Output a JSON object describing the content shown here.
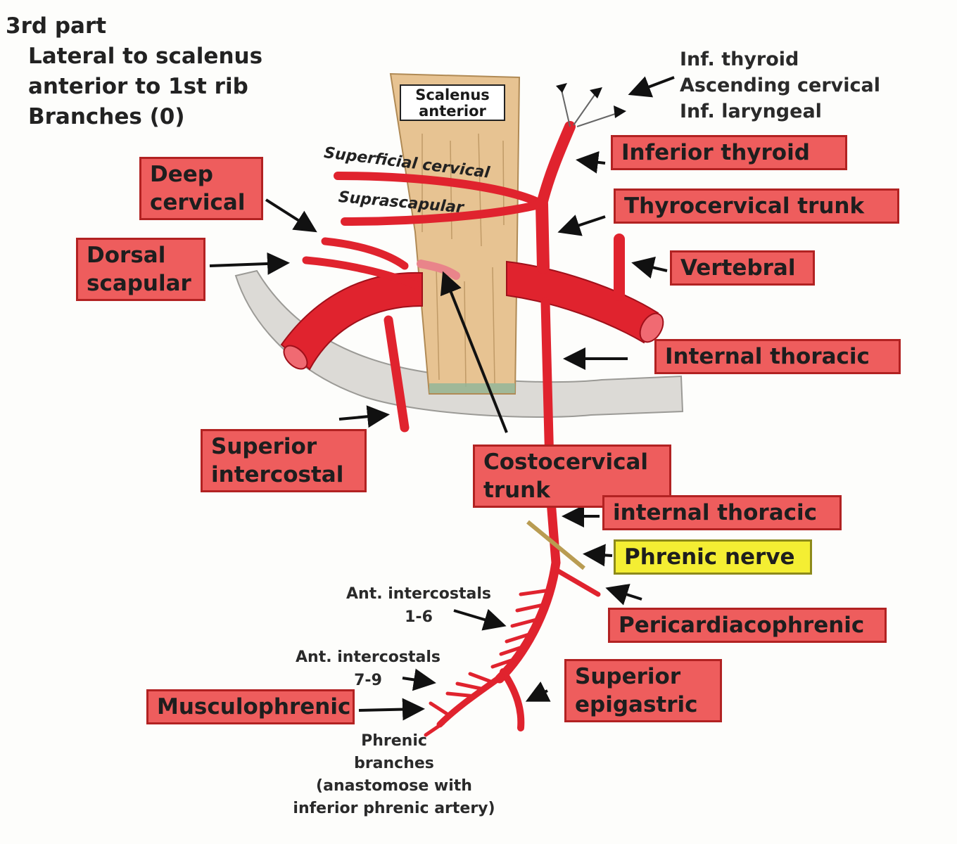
{
  "header": {
    "line1": "3rd part",
    "line2": "Lateral to scalenus",
    "line3": "anterior to 1st rib",
    "line4": "Branches (0)"
  },
  "labels": {
    "scalenus_1": "Scalenus",
    "scalenus_2": "anterior",
    "superficial_cervical": "Superficial cervical",
    "suprascapular": "Suprascapular",
    "deep_cervical_1": "Deep",
    "deep_cervical_2": "cervical",
    "dorsal_scapular_1": "Dorsal",
    "dorsal_scapular_2": "scapular",
    "inferior_thyroid": "Inferior thyroid",
    "thyrocervical_trunk": "Thyrocervical trunk",
    "vertebral": "Vertebral",
    "internal_thoracic": "Internal thoracic",
    "superior_intercostal_1": "Superior",
    "superior_intercostal_2": "intercostal",
    "costocervical_1": "Costocervical",
    "costocervical_2": "trunk",
    "internal_thoracic_lower": "internal thoracic",
    "phrenic_nerve": "Phrenic nerve",
    "pericardiacophrenic": "Pericardiacophrenic",
    "superior_epigastric_1": "Superior",
    "superior_epigastric_2": "epigastric",
    "musculophrenic": "Musculophrenic"
  },
  "notes": {
    "thyroid_branches_1": "Inf. thyroid",
    "thyroid_branches_2": "Ascending cervical",
    "thyroid_branches_3": "Inf. laryngeal",
    "ant_ic_1_6_a": "Ant. intercostals",
    "ant_ic_1_6_b": "1-6",
    "ant_ic_7_9_a": "Ant. intercostals",
    "ant_ic_7_9_b": "7-9",
    "phrenic_1": "Phrenic",
    "phrenic_2": "branches",
    "phrenic_3": "(anastomose with",
    "phrenic_4": "inferior phrenic artery)"
  },
  "colors": {
    "artery": "#e0232e",
    "label_box": "#ee5d5d",
    "nerve_box": "#f4ee33",
    "muscle": "#e7c392",
    "rib": "#dcdad6"
  }
}
